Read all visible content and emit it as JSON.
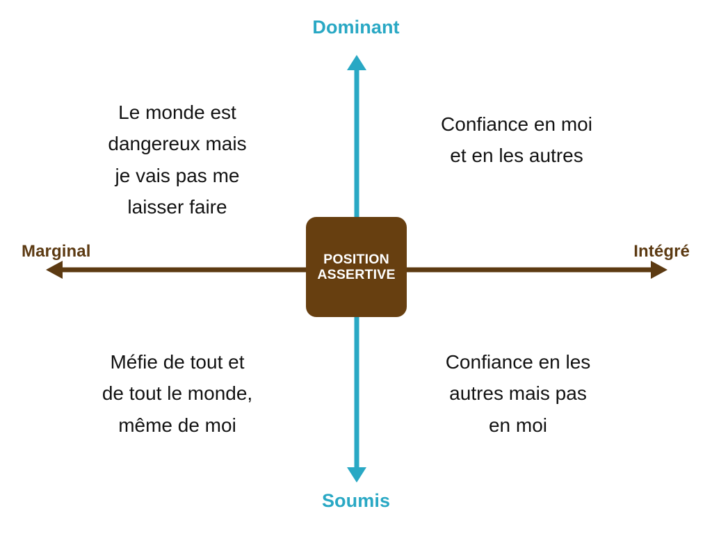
{
  "diagram": {
    "type": "two-axis-quadrant",
    "background_color": "#ffffff",
    "vertical_axis": {
      "color": "#29A8C4",
      "top_label": "Dominant",
      "bottom_label": "Soumis"
    },
    "horizontal_axis": {
      "color": "#5C3A12",
      "left_label": "Marginal",
      "right_label": "Intégré"
    },
    "center_node": {
      "fill_color": "#673F10",
      "text_color": "#ffffff",
      "line1": "POSITION",
      "line2": "ASSERTIVE"
    },
    "quadrants": {
      "top_left": {
        "lines": [
          "Le monde est",
          "dangereux mais",
          "je vais pas me",
          "laisser faire"
        ]
      },
      "top_right": {
        "lines": [
          "Confiance en moi",
          "et en les autres"
        ]
      },
      "bottom_left": {
        "lines": [
          "Méfie de tout et",
          "de tout le monde,",
          "même de moi"
        ]
      },
      "bottom_right": {
        "lines": [
          "Confiance en les",
          "autres mais pas",
          "en moi"
        ]
      }
    }
  }
}
